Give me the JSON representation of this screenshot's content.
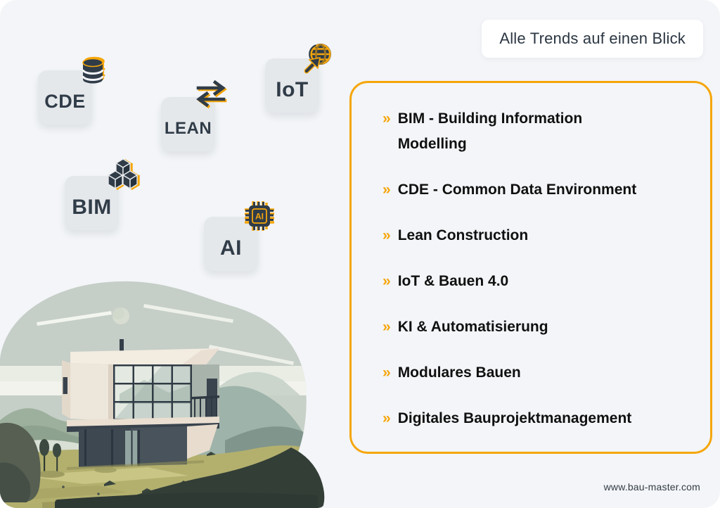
{
  "header": {
    "badge": "Alle Trends auf einen Blick"
  },
  "palette": {
    "amber": "#F5A60B",
    "dark": "#303C48",
    "tile_bg": "#E5E8EB",
    "canvas_bg": "#F3F5F8",
    "badge_bg": "#FFFFFF"
  },
  "tiles": [
    {
      "label": "CDE",
      "icon": "database-icon"
    },
    {
      "label": "LEAN",
      "icon": "sync-arrows-icon"
    },
    {
      "label": "IoT",
      "icon": "globe-cursor-icon"
    },
    {
      "label": "BIM",
      "icon": "cubes-icon"
    },
    {
      "label": "AI",
      "icon": "ai-chip-icon",
      "icon_text": "AI"
    }
  ],
  "trends": {
    "bullet": "»",
    "items": [
      "BIM - Building Information Modelling",
      "CDE - Common Data Environment",
      "Lean Construction",
      "IoT & Bauen 4.0",
      "KI & Automatisierung",
      "Modulares Bauen",
      "Digitales Bauprojektmanagement"
    ]
  },
  "footer": {
    "website": "www.bau-master.com"
  }
}
